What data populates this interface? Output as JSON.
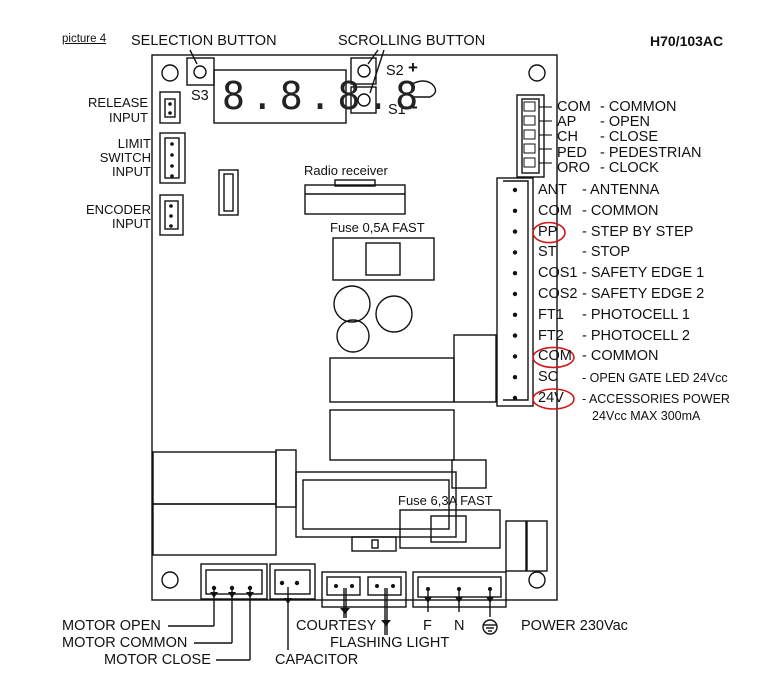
{
  "header": {
    "picture_label": "picture 4",
    "model": "H70/103AC"
  },
  "top_labels": {
    "selection_button": "SELECTION BUTTON",
    "scrolling_button": "SCROLLING BUTTON",
    "s3": "S3",
    "s2": "S2",
    "s2_sign": "+",
    "s1": "S1",
    "s1_sign": "-"
  },
  "left_inputs": {
    "release_1": "RELEASE",
    "release_2": "INPUT",
    "limit_1": "LIMIT",
    "limit_2": "SWITCH",
    "limit_3": "INPUT",
    "encoder_1": "ENCODER",
    "encoder_2": "INPUT"
  },
  "board": {
    "display_text": "8.8.8.8",
    "radio_receiver": "Radio receiver",
    "fuse_small": "Fuse 0,5A FAST",
    "fuse_large": "Fuse  6,3A FAST"
  },
  "small_connector": [
    {
      "code": "COM",
      "desc": "- COMMON"
    },
    {
      "code": "AP",
      "desc": "- OPEN"
    },
    {
      "code": "CH",
      "desc": "- CLOSE"
    },
    {
      "code": "PED",
      "desc": "- PEDESTRIAN"
    },
    {
      "code": "ORO",
      "desc": "- CLOCK"
    }
  ],
  "terminal_block": [
    {
      "code": "ANT",
      "desc": "- ANTENNA"
    },
    {
      "code": "COM",
      "desc": "- COMMON"
    },
    {
      "code": "PP",
      "desc": "- STEP BY STEP"
    },
    {
      "code": "ST",
      "desc": "- STOP"
    },
    {
      "code": "COS1",
      "desc": "- SAFETY EDGE 1"
    },
    {
      "code": "COS2",
      "desc": "- SAFETY EDGE 2"
    },
    {
      "code": "FT1",
      "desc": "- PHOTOCELL 1"
    },
    {
      "code": "FT2",
      "desc": "- PHOTOCELL 2"
    },
    {
      "code": "COM",
      "desc": "- COMMON"
    },
    {
      "code": "SC",
      "desc": "- OPEN GATE LED 24Vcc"
    },
    {
      "code": "24V",
      "desc": "- ACCESSORIES POWER"
    }
  ],
  "terminal_note": "24Vcc MAX 300mA",
  "bottom_labels": {
    "motor_open": "MOTOR OPEN",
    "motor_common": "MOTOR COMMON",
    "motor_close": "MOTOR CLOSE",
    "capacitor": "CAPACITOR",
    "courtesy": "COURTESY",
    "flashing_light": "FLASHING LIGHT",
    "f": "F",
    "n": "N",
    "power": "POWER 230Vac"
  },
  "highlight_color": "#d01818",
  "highlighted_terminals": [
    "PP",
    "COM",
    "24V"
  ]
}
